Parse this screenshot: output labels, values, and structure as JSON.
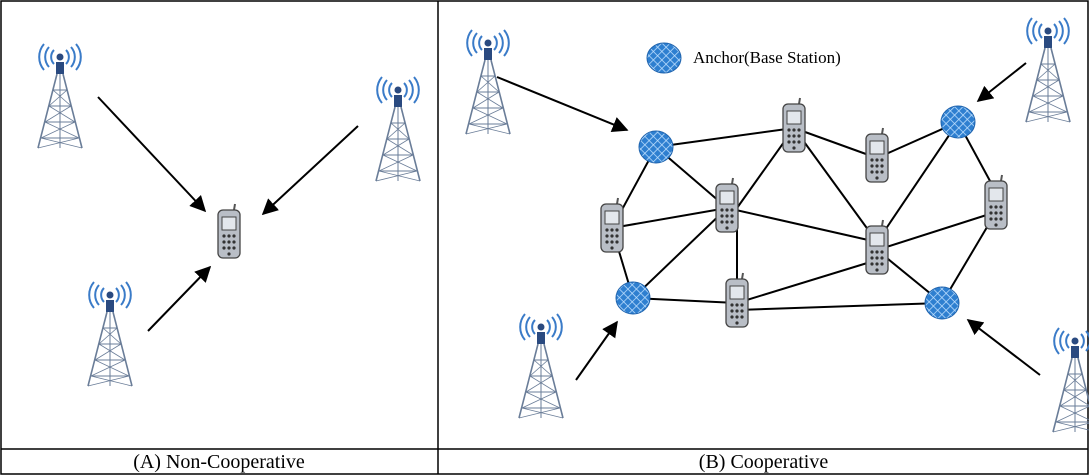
{
  "panels": [
    {
      "id": "A",
      "caption": "(A)  Non-Cooperative"
    },
    {
      "id": "B",
      "caption": "(B)  Cooperative"
    }
  ],
  "legend": {
    "label": "Anchor(Base Station)",
    "icon": "anchor-node-icon"
  },
  "icons": {
    "tower": "cell-tower-icon",
    "phone": "mobile-phone-icon",
    "anchor": "anchor-node-icon"
  },
  "colors": {
    "anchor_fill": "#2e7fd0",
    "tower": "#3a7bc8",
    "line": "#000000",
    "phone_body": "#b9bec6"
  }
}
